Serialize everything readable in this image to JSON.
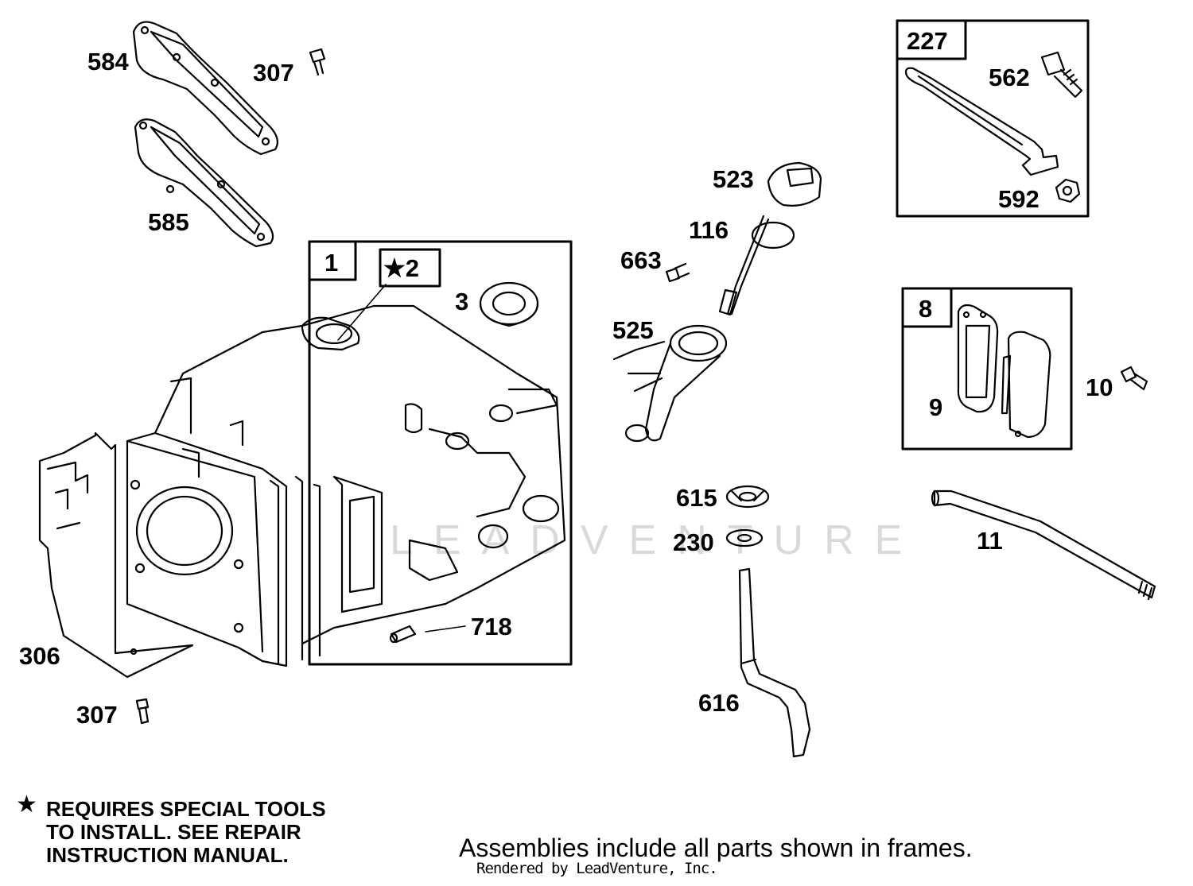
{
  "watermark": "LEADVENTURE",
  "parts": {
    "p584": "584",
    "p307_top": "307",
    "p585": "585",
    "p1": "1",
    "p2": "★2",
    "p3": "3",
    "p718": "718",
    "p306": "306",
    "p307_bottom": "307",
    "p523": "523",
    "p116": "116",
    "p663": "663",
    "p525": "525",
    "p615": "615",
    "p230": "230",
    "p616": "616",
    "p227": "227",
    "p562": "562",
    "p592": "592",
    "p8": "8",
    "p9": "9",
    "p10": "10",
    "p11": "11"
  },
  "note": {
    "star": "★",
    "line1": "REQUIRES SPECIAL TOOLS",
    "line2": "TO INSTALL.  SEE REPAIR",
    "line3": "INSTRUCTION MANUAL."
  },
  "footer": {
    "assemblies": "Assemblies include all parts shown in frames.",
    "rendered": "Rendered by LeadVenture, Inc."
  }
}
